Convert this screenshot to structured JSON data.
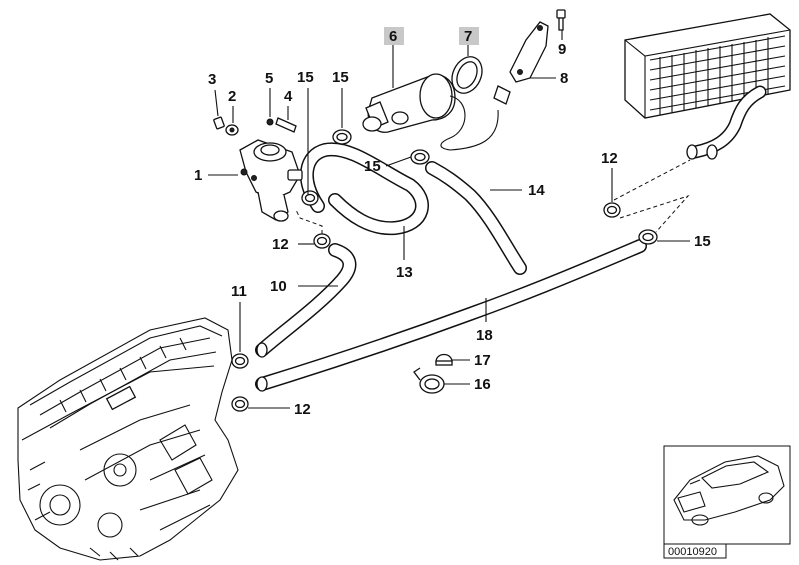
{
  "diagram": {
    "callouts": [
      {
        "id": "1",
        "text": "1"
      },
      {
        "id": "2",
        "text": "2"
      },
      {
        "id": "3",
        "text": "3"
      },
      {
        "id": "4",
        "text": "4"
      },
      {
        "id": "5",
        "text": "5"
      },
      {
        "id": "6",
        "text": "6"
      },
      {
        "id": "7",
        "text": "7"
      },
      {
        "id": "8",
        "text": "8"
      },
      {
        "id": "9",
        "text": "9"
      },
      {
        "id": "10",
        "text": "10"
      },
      {
        "id": "11",
        "text": "11"
      },
      {
        "id": "12a",
        "text": "12"
      },
      {
        "id": "12b",
        "text": "12"
      },
      {
        "id": "12c",
        "text": "12"
      },
      {
        "id": "13",
        "text": "13"
      },
      {
        "id": "14",
        "text": "14"
      },
      {
        "id": "15a",
        "text": "15"
      },
      {
        "id": "15b",
        "text": "15"
      },
      {
        "id": "15c",
        "text": "15"
      },
      {
        "id": "15d",
        "text": "15"
      },
      {
        "id": "16",
        "text": "16"
      },
      {
        "id": "17",
        "text": "17"
      },
      {
        "id": "18",
        "text": "18"
      }
    ],
    "highlighted_callouts": [
      "6",
      "7"
    ],
    "highlight_color": "#c8c8c8",
    "line_color": "#111111",
    "diagram_code": "00010920",
    "icons": [
      "engine-block-icon",
      "heater-core-icon",
      "water-valve-icon",
      "water-pump-icon",
      "car-thumbnail-icon"
    ]
  }
}
